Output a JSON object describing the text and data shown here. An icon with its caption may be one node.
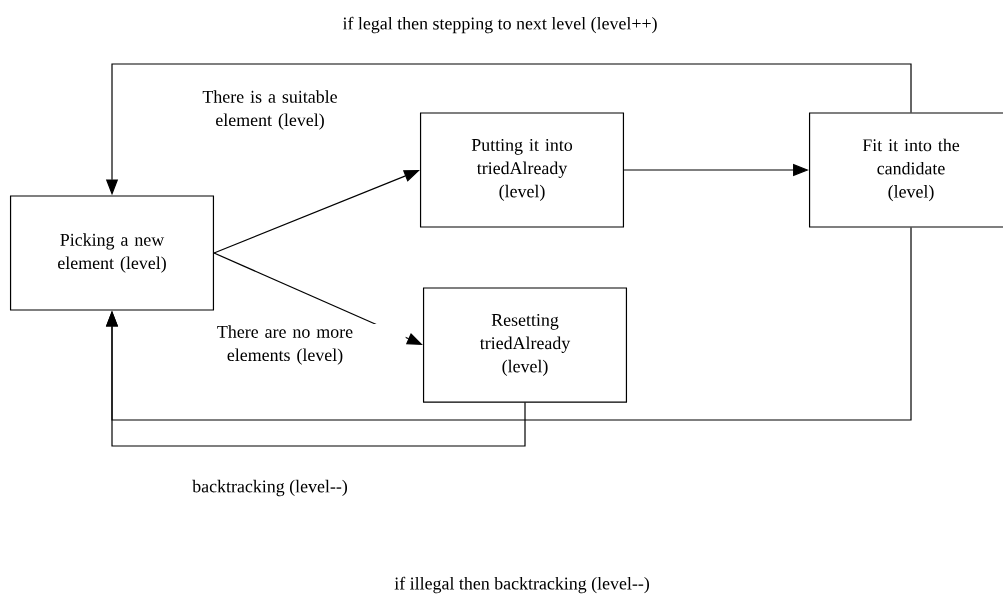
{
  "diagram": {
    "nodes": [
      {
        "text": [
          "Picking a new element (level)"
        ]
      },
      {
        "text": [
          "Putting it into triedAlready (level)"
        ]
      },
      {
        "text": [
          "Fit it into the candidate (level)"
        ]
      },
      {
        "text": [
          "Resetting triedAlready (level)"
        ]
      }
    ],
    "edges": [
      {
        "from": 0,
        "to": 1,
        "arrow": "to",
        "label": "There is a suitable element (level)"
      },
      {
        "from": 0,
        "to": 3,
        "arrow": "to",
        "label": "There are no more elements (level)"
      },
      {
        "from": 1,
        "to": 2,
        "arrow": "to"
      },
      {
        "from": 2,
        "to": 0,
        "arrow": "to",
        "label": "if legal then stepping to next level (level++)"
      },
      {
        "from": 2,
        "to": 0,
        "arrow": "to"
      },
      {
        "from": 3,
        "to": 0,
        "arrow": "to",
        "label": "backtracking (level--)"
      }
    ],
    "labels": [
      "if illegal then backtracking (level--)"
    ]
  }
}
